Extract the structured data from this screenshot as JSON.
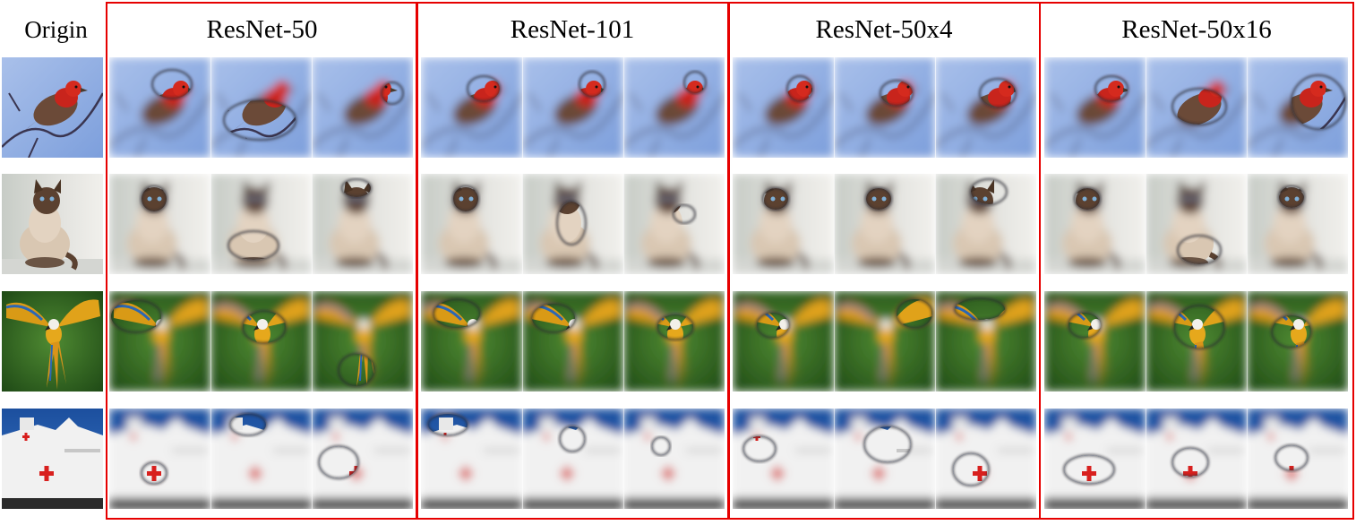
{
  "figure": {
    "origin_label": "Origin",
    "groups": [
      {
        "label": "ResNet-50"
      },
      {
        "label": "ResNet-101"
      },
      {
        "label": "ResNet-50x4"
      },
      {
        "label": "ResNet-50x16"
      }
    ],
    "rows": [
      {
        "subject": "bird-icon"
      },
      {
        "subject": "cat-icon"
      },
      {
        "subject": "parrot-icon"
      },
      {
        "subject": "ship-icon"
      }
    ]
  }
}
